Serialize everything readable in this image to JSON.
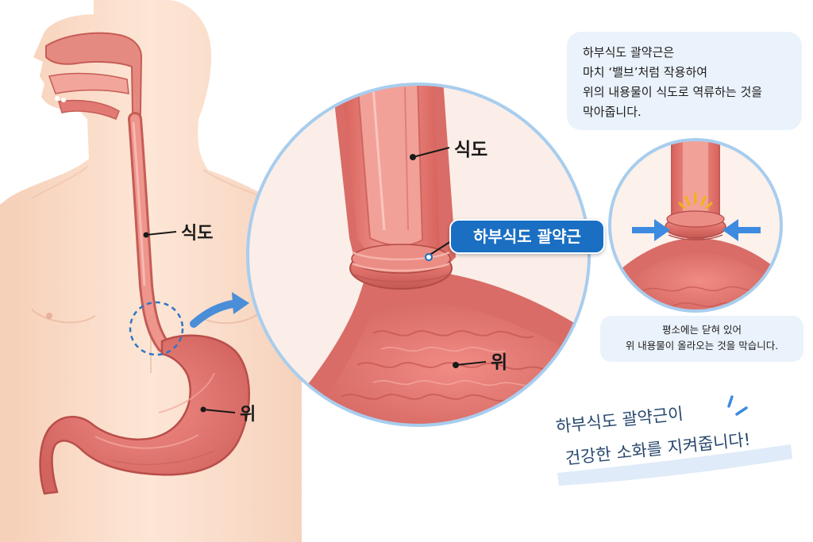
{
  "labels": {
    "esophagus_body": "식도",
    "stomach_body": "위",
    "esophagus_zoom": "식도",
    "stomach_zoom": "위",
    "sphincter_badge": "하부식도 괄약근"
  },
  "callout_top": {
    "line1": "하부식도 괄약근은",
    "line2": "마치 ‘밸브’처럼 작용하여",
    "line3": "위의 내용물이 식도로 역류하는 것을",
    "line4": "막아줍니다."
  },
  "callout_bottom": {
    "line1": "평소에는 닫혀 있어",
    "line2": "위 내용물이 올라오는 것을 막습니다."
  },
  "handwritten": {
    "line1": "하부식도 괄약근이",
    "line2": "건강한 소화를 지켜줍니다!"
  },
  "colors": {
    "skin": "#fbe3d3",
    "organ": "#e8817a",
    "organ_dark": "#c95a55",
    "accent_blue": "#1a6fc2",
    "circle_border": "#a8cdee",
    "callout_bg": "#eaf2fb"
  },
  "icons": [
    "zoom-arrow-icon",
    "inward-arrow-icon",
    "pressure-burst-icon",
    "sparkle-icon"
  ]
}
